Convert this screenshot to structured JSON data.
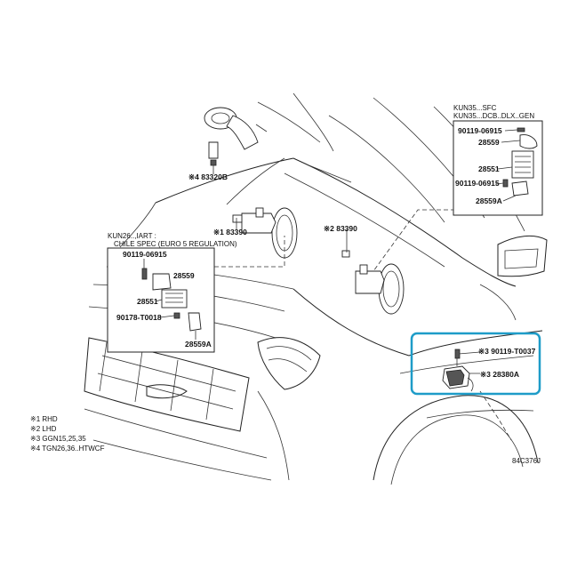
{
  "notes": [
    "※1 RHD",
    "※2 LHD",
    "※3 GGN15,25,35",
    "※4 TGN26,36..HTWCF"
  ],
  "drawing_code": "84C376J",
  "labels": {
    "p33820B": "※4 83320B",
    "p83390_center": "※1 83390",
    "p83390_right": "※2 83390",
    "p90119_T0037": "※3 90119-T0037",
    "p28380A": "※3 28380A"
  },
  "left_box": {
    "header_line1": "KUN26..,IART :",
    "header_line2": "CHILE SPEC (EURO 5 REGULATION)",
    "parts": {
      "a": "90119-06915",
      "b": "28559",
      "c": "28551",
      "d": "90178-T0018",
      "e": "28559A"
    }
  },
  "right_box": {
    "header_line1": "KUN35...SFC",
    "header_line2": "KUN35...DCB..DLX..GEN",
    "parts": {
      "a": "90119-06915",
      "b": "28559",
      "c": "28551",
      "d": "90119-06915",
      "e": "28559A"
    }
  },
  "highlight_color": "#1e9cc8"
}
